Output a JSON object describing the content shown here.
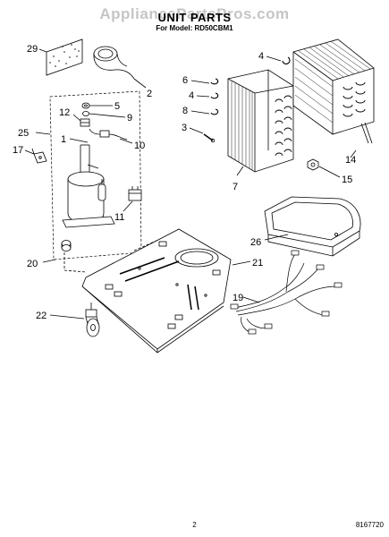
{
  "watermark": "AppliancePartsPros.com",
  "title": "UNIT PARTS",
  "subtitle": "For Model: RD50CBM1",
  "callouts": {
    "c29": "29",
    "c2": "2",
    "c4a": "4",
    "c6": "6",
    "c4b": "4",
    "c8": "8",
    "c3": "3",
    "c5": "5",
    "c12": "12",
    "c9": "9",
    "c25": "25",
    "c1": "1",
    "c10": "10",
    "c17": "17",
    "c11": "11",
    "c7": "7",
    "c14": "14",
    "c15": "15",
    "c20": "20",
    "c26": "26",
    "c21": "21",
    "c19": "19",
    "c22": "22"
  },
  "footer": {
    "page": "2",
    "doc": "8167720"
  }
}
